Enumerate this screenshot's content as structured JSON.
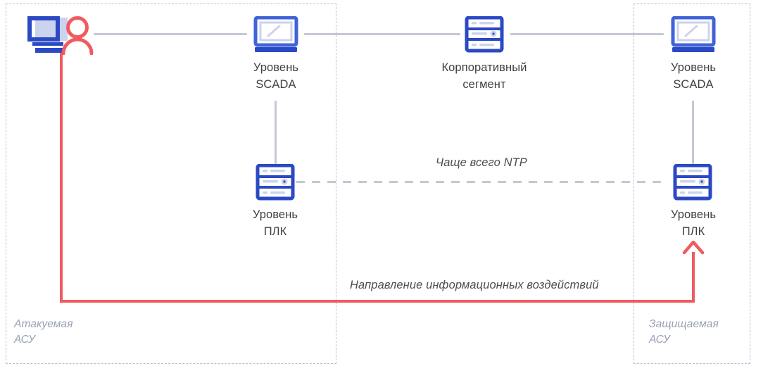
{
  "diagram": {
    "title": "ICS attack path diagram",
    "colors": {
      "node_blue": "#2b49c4",
      "node_blue_light": "#3f63d8",
      "attack_red": "#ef5b60",
      "connector_grey": "#c3c8d4",
      "zone_dash": "#b9c0d4",
      "label_text": "#3f4045",
      "zone_label_text": "#9aa1b4",
      "background": "#ffffff"
    },
    "zones": [
      {
        "id": "attacked",
        "label": "Атакуемая\nАСУ"
      },
      {
        "id": "protected",
        "label": "Защищаемая\nАСУ"
      }
    ],
    "nodes": [
      {
        "id": "attacker",
        "icon": "attacker-workstation-icon",
        "label": ""
      },
      {
        "id": "scada-left",
        "icon": "scada-laptop-icon",
        "label": "Уровень\nSCADA"
      },
      {
        "id": "plc-left",
        "icon": "plc-server-icon",
        "label": "Уровень\nПЛК"
      },
      {
        "id": "corporate",
        "icon": "corporate-server-icon",
        "label": "Корпоративный\nсегмент"
      },
      {
        "id": "scada-right",
        "icon": "scada-laptop-icon",
        "label": "Уровень\nSCADA"
      },
      {
        "id": "plc-right",
        "icon": "plc-server-icon",
        "label": "Уровень\nПЛК"
      }
    ],
    "annotations": {
      "ntp": "Чаще всего NTP",
      "attack_direction": "Направление информационных воздействий"
    }
  }
}
